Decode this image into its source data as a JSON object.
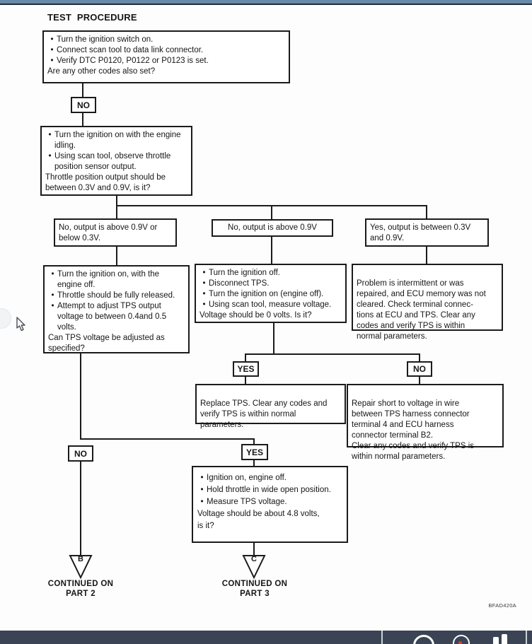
{
  "page": {
    "title": "TEST PROCEDURE",
    "figure_code": "BFAD420A"
  },
  "colors": {
    "top_bar_blue": "#6889a8",
    "top_bar_dark": "#202b38",
    "bottom_bar": "#3a4454",
    "toolbar_accent_red": "#e23b2e",
    "diagram_line": "#1b1b1b"
  },
  "toolbar": {
    "icons": [
      "search-icon",
      "history-icon",
      "columns-icon"
    ]
  },
  "flow": {
    "start": {
      "bullets": [
        "Turn the ignition switch on.",
        "Connect scan tool to data link connector.",
        "Verify DTC P0120, P0122 or P0123 is set."
      ],
      "question": "Are any other codes also set?"
    },
    "no1": "NO",
    "idle": {
      "bullets": [
        "Turn the ignition on with the engine idling.",
        "Using scan tool, observe throttle position sensor output."
      ],
      "question": "Throttle position output should be between 0.3V and 0.9V, is it?"
    },
    "branch_left": "No, output is above 0.9V or below 0.3V.",
    "branch_mid": "No, output is above 0.9V",
    "branch_right": "Yes, output is between 0.3V and 0.9V.",
    "adjust": {
      "bullets": [
        "Turn the ignition on, with the engine off.",
        "Throttle should be fully released.",
        "Attempt to adjust TPS output voltage to between 0.4and 0.5 volts."
      ],
      "question": "Can TPS voltage be adjusted as specified?"
    },
    "disconnect": {
      "bullets": [
        "Turn the ignition off.",
        "Disconnect TPS.",
        "Turn the ignition on (engine off).",
        "Using scan tool, measure voltage."
      ],
      "question": "Voltage should be 0 volts. Is it?"
    },
    "intermittent": "Problem is intermittent or was\nrepaired, and ECU memory was not\ncleared. Check terminal connec-\ntions at ECU and TPS. Clear any\ncodes and verify TPS is within\nnormal parameters.",
    "yes1": "YES",
    "no2": "NO",
    "replace": "Replace TPS. Clear any codes and\nverify TPS is within normal\nparameters.",
    "repair": "Repair short to voltage in wire\nbetween TPS harness connector\nterminal 4 and ECU harness\nconnector terminal B2.\nClear any codes and verify TPS is\nwithin normal parameters.",
    "no3": "NO",
    "yes2": "YES",
    "wot": {
      "bullets": [
        "Ignition on, engine off.",
        "Hold throttle in wide open position.",
        "Measure TPS voltage."
      ],
      "question": "Voltage should be about 4.8 volts,\nis it?"
    },
    "cont_b": {
      "letter": "B",
      "line1": "CONTINUED ON",
      "line2": "PART 2"
    },
    "cont_c": {
      "letter": "C",
      "line1": "CONTINUED ON",
      "line2": "PART 3"
    }
  }
}
